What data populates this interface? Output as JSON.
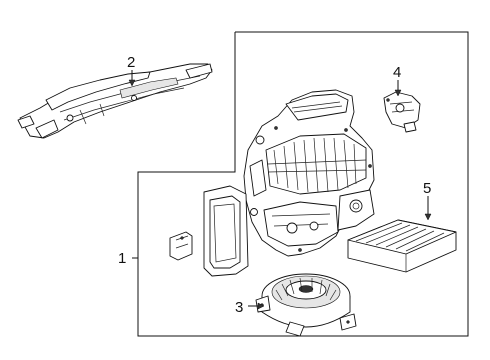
{
  "callouts": [
    {
      "id": "1",
      "label": "1"
    },
    {
      "id": "2",
      "label": "2"
    },
    {
      "id": "3",
      "label": "3"
    },
    {
      "id": "4",
      "label": "4"
    },
    {
      "id": "5",
      "label": "5"
    }
  ],
  "colors": {
    "line": "#111111",
    "background": "#ffffff",
    "shade": "#e6e6e6"
  },
  "parts": [
    {
      "callout": "1",
      "icon": "hvac-housing-assembly"
    },
    {
      "callout": "2",
      "icon": "air-duct"
    },
    {
      "callout": "3",
      "icon": "blower-motor-fan"
    },
    {
      "callout": "4",
      "icon": "actuator-motor"
    },
    {
      "callout": "5",
      "icon": "cabin-air-filter"
    }
  ]
}
